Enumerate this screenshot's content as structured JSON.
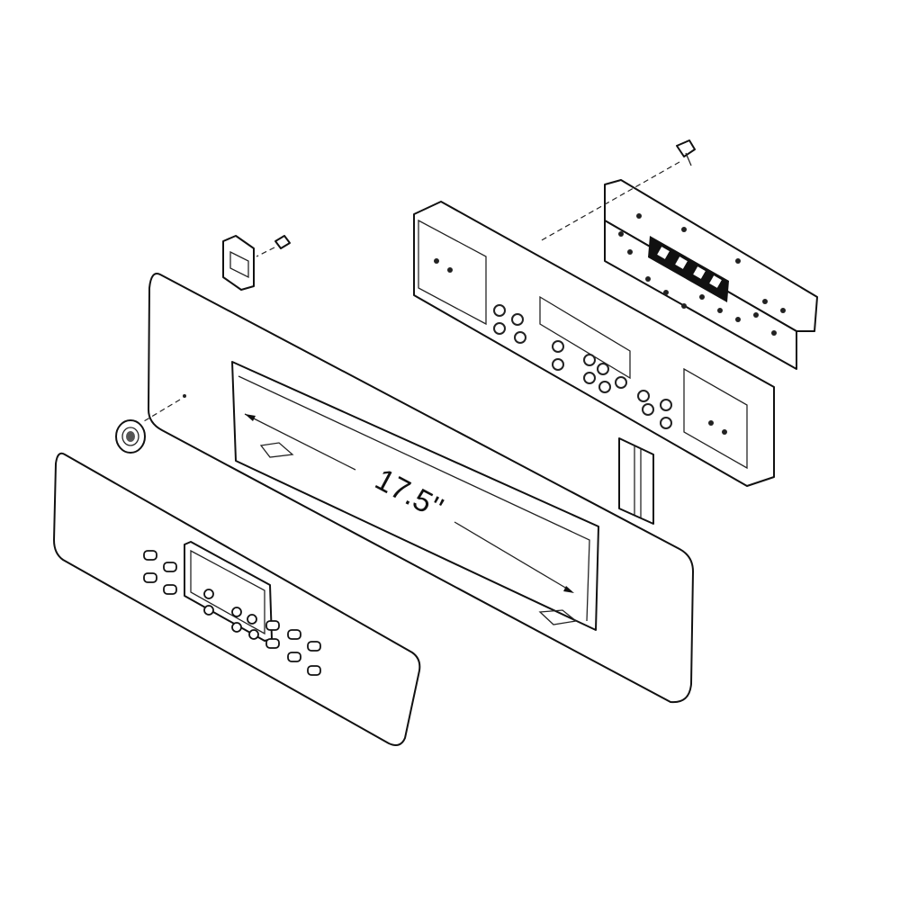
{
  "diagram": {
    "dimension_label": "17.5''",
    "parts": [
      "control-board",
      "control-housing",
      "faceplate-frame",
      "touch-panel-overlay",
      "bracket",
      "screw",
      "knob-grommet",
      "spacer-plate"
    ],
    "colors": {
      "line": "#111111",
      "background": "#ffffff"
    }
  }
}
